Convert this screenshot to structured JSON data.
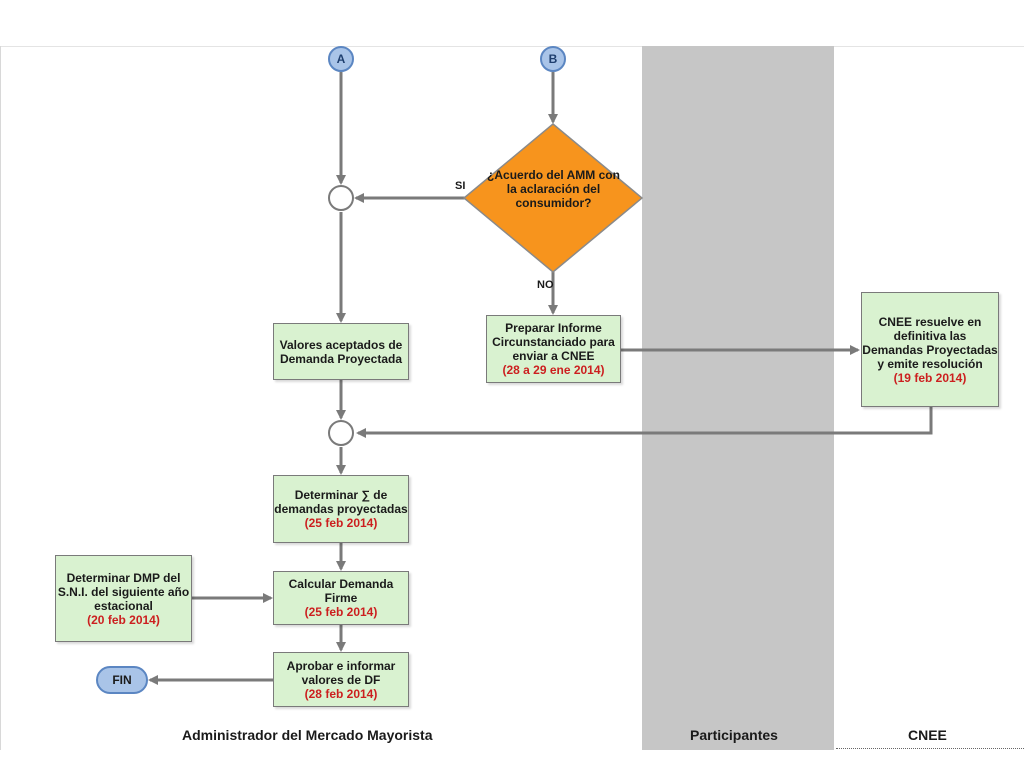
{
  "connectors": {
    "a": "A",
    "b": "B",
    "end": "FIN"
  },
  "decision": {
    "text": "¿Acuerdo del AMM con la aclaración del consumidor?",
    "yes": "SI",
    "no": "NO"
  },
  "boxes": {
    "valores": {
      "text": "Valores aceptados de Demanda Proyectada"
    },
    "preparar": {
      "text": "Preparar Informe Circunstanciado para enviar a CNEE",
      "date": "(28 a 29 ene 2014)"
    },
    "cnee": {
      "text": "CNEE resuelve en definitiva las Demandas Proyectadas y emite resolución",
      "date": "(19 feb 2014)"
    },
    "determinar_suma": {
      "text": "Determinar ∑ de demandas proyectadas",
      "date": "(25 feb 2014)"
    },
    "calcular": {
      "text": "Calcular Demanda Firme",
      "date": "(25 feb 2014)"
    },
    "dmp": {
      "text": "Determinar DMP del S.N.I. del siguiente año estacional",
      "date": "(20 feb 2014)"
    },
    "aprobar": {
      "text": "Aprobar e informar valores de DF",
      "date": "(28 feb 2014)"
    }
  },
  "lanes": {
    "amm": "Administrador del Mercado Mayorista",
    "participantes": "Participantes",
    "cnee": "CNEE"
  },
  "colors": {
    "box_fill": "#d9f2d0",
    "decision_fill": "#f7941d",
    "connector_fill": "#a9c4e8",
    "date_text": "#cc1f1f",
    "lane_gray": "#c6c6c6",
    "line": "#7a7a7a"
  }
}
